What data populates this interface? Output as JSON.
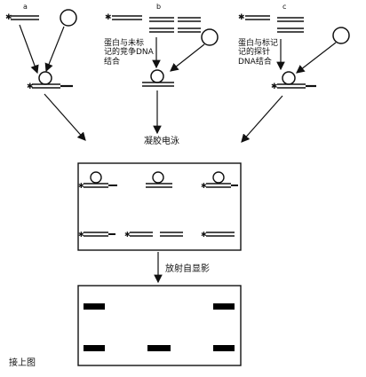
{
  "panels": [
    {
      "id": "a",
      "label": "a",
      "note_lines": []
    },
    {
      "id": "b",
      "label": "b",
      "note_lines": [
        "蛋白与未标",
        "记的竞争DNA",
        "结合"
      ]
    },
    {
      "id": "c",
      "label": "c",
      "note_lines": [
        "蛋白与标记",
        "记的探针",
        "DNA结合"
      ]
    }
  ],
  "steps": {
    "electrophoresis": "凝胶电泳",
    "autoradiography": "放射自显影",
    "caption": "接上图"
  },
  "colors": {
    "ink": "#111111",
    "band": "#000000",
    "background": "#ffffff"
  }
}
